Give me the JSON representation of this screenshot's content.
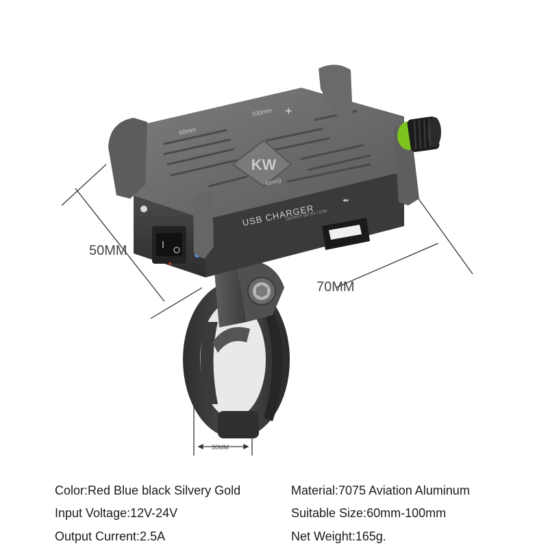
{
  "product": {
    "logo_text": "kewig",
    "logo_mark": "KW",
    "top_scale_small": "60mm",
    "top_scale_large": "100mm",
    "charger_label": "USB CHARGER",
    "charger_output": "OUTPUT DC 5V / 2.5A"
  },
  "dimensions": {
    "height": "50MM",
    "width": "70MM",
    "clamp": "30MM"
  },
  "specs": {
    "color": "Color:Red Blue black Silvery Gold",
    "voltage": "Input Voltage:12V-24V",
    "current": "Output Current:2.5A",
    "material": "Material:7075 Aviation Aluminum",
    "size": "Suitable Size:60mm-100mm",
    "weight": "Net Weight:165g."
  },
  "colors": {
    "body": "#6b6b6b",
    "body_dark": "#3e3e3e",
    "accent_ring": "#7ec41f",
    "knob": "#1c1c1c",
    "logo_orange": "#e07a2a"
  }
}
